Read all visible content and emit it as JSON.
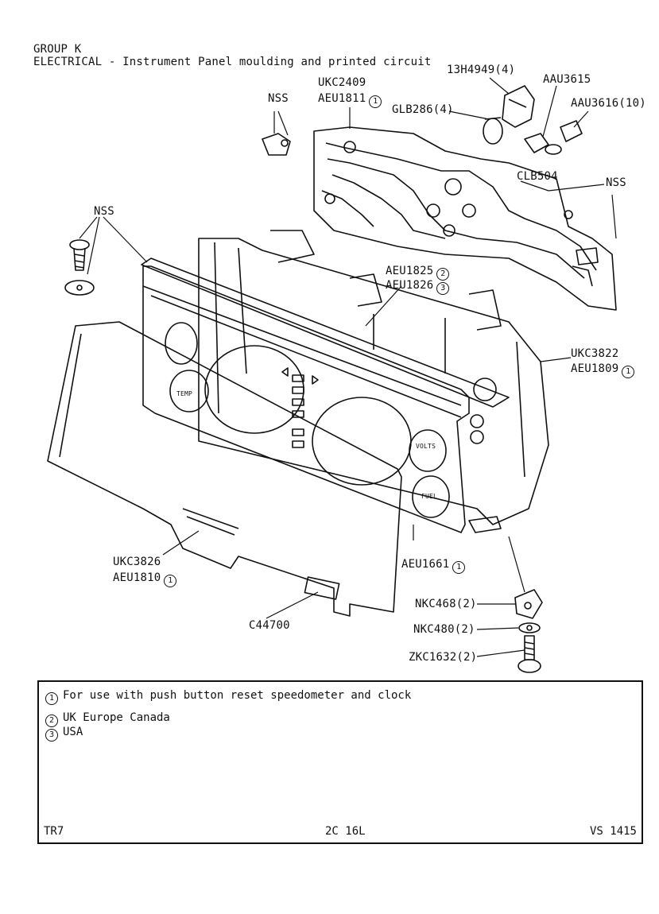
{
  "header": {
    "group": "GROUP K",
    "title": "ELECTRICAL - Instrument Panel moulding and printed circuit"
  },
  "labels": {
    "p13h4949": "13H4949(4)",
    "aau3615": "AAU3615",
    "aau3616": "AAU3616(10)",
    "glb286": "GLB286(4)",
    "ukc2409": "UKC2409",
    "aeu1811": "AEU1811",
    "nss_top": "NSS",
    "clb504": "CLB504",
    "nss_right": "NSS",
    "nss_left": "NSS",
    "aeu1825": "AEU1825",
    "aeu1826": "AEU1826",
    "ukc3822": "UKC3822",
    "aeu1809": "AEU1809",
    "ukc3826": "UKC3826",
    "aeu1810": "AEU1810",
    "aeu1661": "AEU1661",
    "c44700": "C44700",
    "nkc468": "NKC468(2)",
    "nkc480": "NKC480(2)",
    "zkc1632": "ZKC1632(2)"
  },
  "markers": {
    "one": "1",
    "two": "2",
    "three": "3"
  },
  "gauges": {
    "temp": "TEMP",
    "volts": "VOLTS",
    "fuel": "FUEL"
  },
  "notes": [
    {
      "marker": "1",
      "text": "For use with push button reset speedometer and clock"
    },
    {
      "marker": "2",
      "text": "UK Europe Canada"
    },
    {
      "marker": "3",
      "text": "USA"
    }
  ],
  "footer": {
    "model": "TR7",
    "page": "2C 16L",
    "ref": "VS 1415"
  }
}
